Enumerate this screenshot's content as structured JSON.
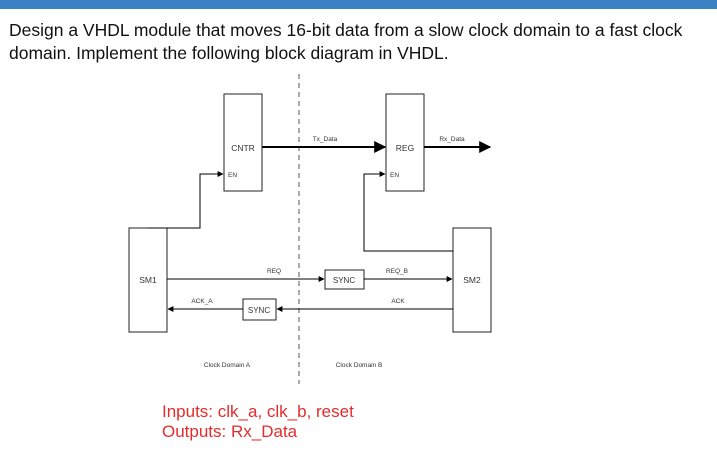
{
  "header": {
    "accent_color": "#3a82c4"
  },
  "question": {
    "line1": "Design a VHDL module that moves 16-bit data from a slow clock domain to a fast clock",
    "line2": "domain.  Implement the following block diagram in VHDL."
  },
  "diagram": {
    "blocks": {
      "cntr": "CNTR",
      "cntr_en": "EN",
      "reg": "REG",
      "reg_en": "EN",
      "sm1": "SM1",
      "sm2": "SM2",
      "sync_req": "SYNC",
      "sync_ack": "SYNC"
    },
    "signals": {
      "tx_data": "Tx_Data",
      "rx_data": "Rx_Data",
      "req": "REQ",
      "req_b": "REQ_B",
      "ack": "ACK",
      "ack_a": "ACK_A"
    },
    "domains": {
      "a": "Clock Domain A",
      "b": "Clock Domain B"
    }
  },
  "io": {
    "inputs": "Inputs:  clk_a, clk_b, reset",
    "outputs": "Outputs: Rx_Data",
    "color": "#e52b2b"
  }
}
